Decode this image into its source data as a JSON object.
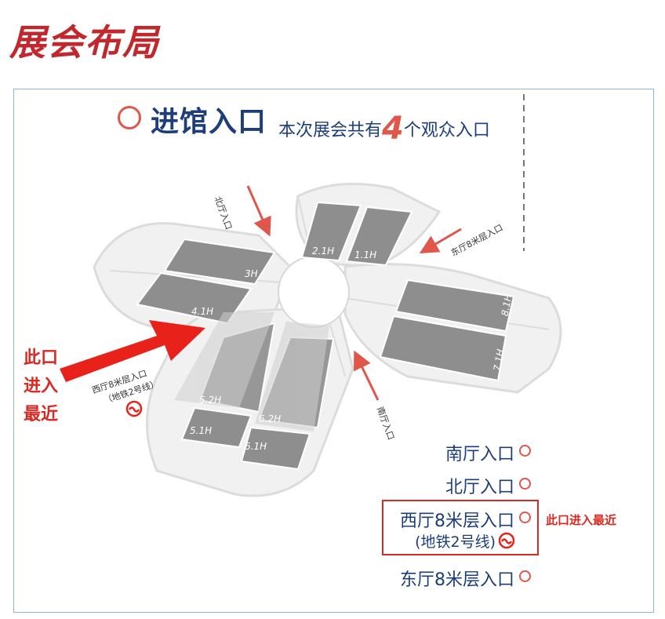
{
  "page_title": "展会布局",
  "header": {
    "title": "进馆入口",
    "subtitle_prefix": "本次展会共有",
    "count": "4",
    "subtitle_suffix": "个观众入口"
  },
  "map_labels": {
    "north_entrance": "北厅入口",
    "east_entrance": "东厅8米层入口",
    "south_entrance": "南厅入口",
    "west_entrance_line1": "西厅8米层入口",
    "west_entrance_line2": "（地铁2号线）"
  },
  "halls": [
    "2.1H",
    "1.1H",
    "3H",
    "4.1H",
    "8.1H",
    "7.1H",
    "5.2H",
    "6.2H",
    "5.1H",
    "6.1H"
  ],
  "side_note": [
    "此口",
    "进入",
    "最近"
  ],
  "legend": {
    "south": "南厅入口",
    "north": "北厅入口",
    "west_line1": "西厅8米层入口",
    "west_line2": "(地铁2号线)",
    "east": "东厅8米层入口",
    "nearest_note": "此口进入最近"
  },
  "colors": {
    "title_red": "#c0282e",
    "accent_red": "#e0564a",
    "navy": "#1d3e7a",
    "hall_gray": "#8e8e8e",
    "frame_blue": "#8fb6d6"
  }
}
